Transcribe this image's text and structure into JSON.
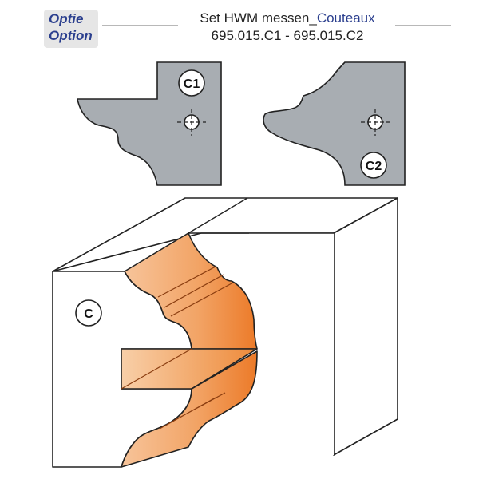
{
  "header": {
    "option_nl": "Optie",
    "option_fr": "Option",
    "title_prefix": "Set HWM messen_",
    "title_accent": "Couteaux",
    "codes": "695.015.C1 - 695.015.C2"
  },
  "knives": [
    {
      "label": "C1"
    },
    {
      "label": "C2"
    }
  ],
  "block": {
    "label": "C"
  },
  "colors": {
    "knife_fill": "#a8adb2",
    "outline": "#222222",
    "profile_orange": "#f08a3c",
    "profile_light": "#f7c49a",
    "accent_blue": "#2b3f8e",
    "badge_grey": "#e6e6e6"
  }
}
